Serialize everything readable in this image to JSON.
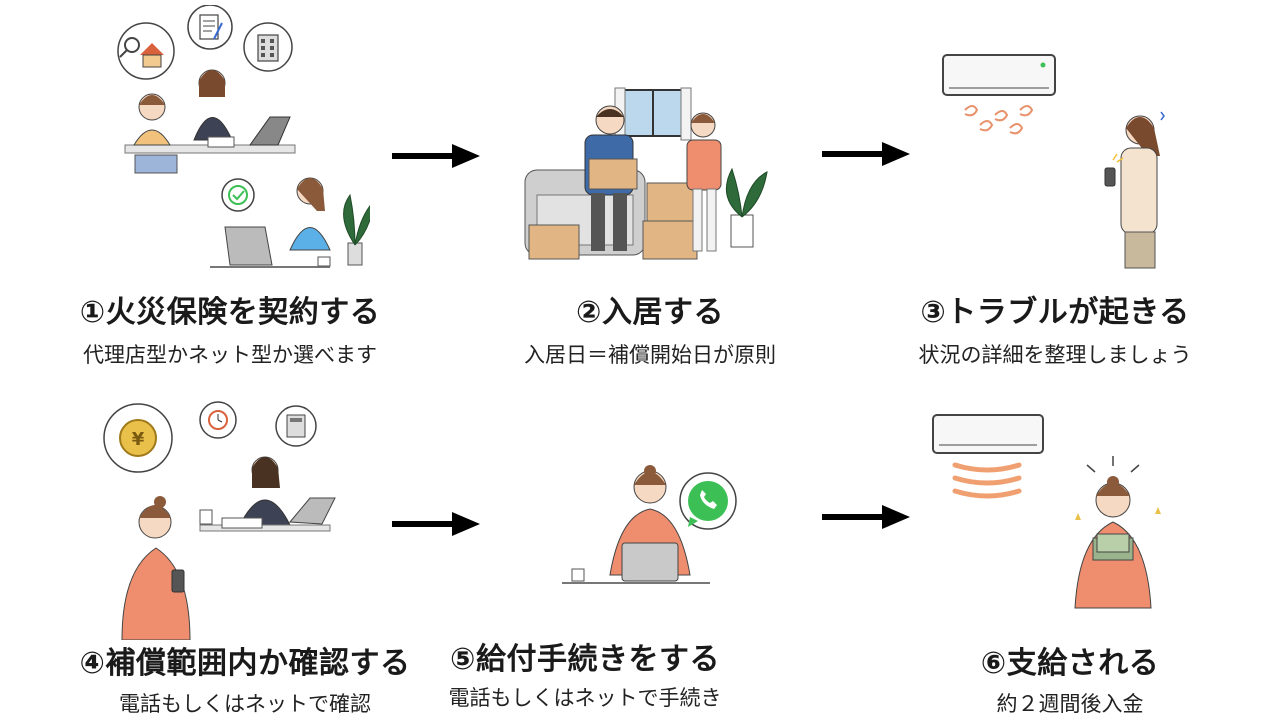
{
  "steps": [
    {
      "title": "①火災保険を契約する",
      "subtitle": "代理店型かネット型か選べます",
      "icon": "contract-illustration"
    },
    {
      "title": "②入居する",
      "subtitle": "入居日＝補償開始日が原則",
      "icon": "moving-in-illustration"
    },
    {
      "title": "③トラブルが起きる",
      "subtitle": "状況の詳細を整理しましょう",
      "icon": "aircon-trouble-illustration"
    },
    {
      "title": "④補償範囲内か確認する",
      "subtitle": "電話もしくはネットで確認",
      "icon": "phone-inquiry-illustration"
    },
    {
      "title": "⑤給付手続きをする",
      "subtitle": "電話もしくはネットで手続き",
      "icon": "online-claim-illustration"
    },
    {
      "title": "⑥支給される",
      "subtitle": "約２週間後入金",
      "icon": "payment-received-illustration"
    }
  ],
  "colors": {
    "arrow": "#000000",
    "accent_orange": "#e8926c",
    "chat_green": "#3cbf55",
    "sofa_gray": "#cfcfcf",
    "box_tan": "#e2b684"
  }
}
